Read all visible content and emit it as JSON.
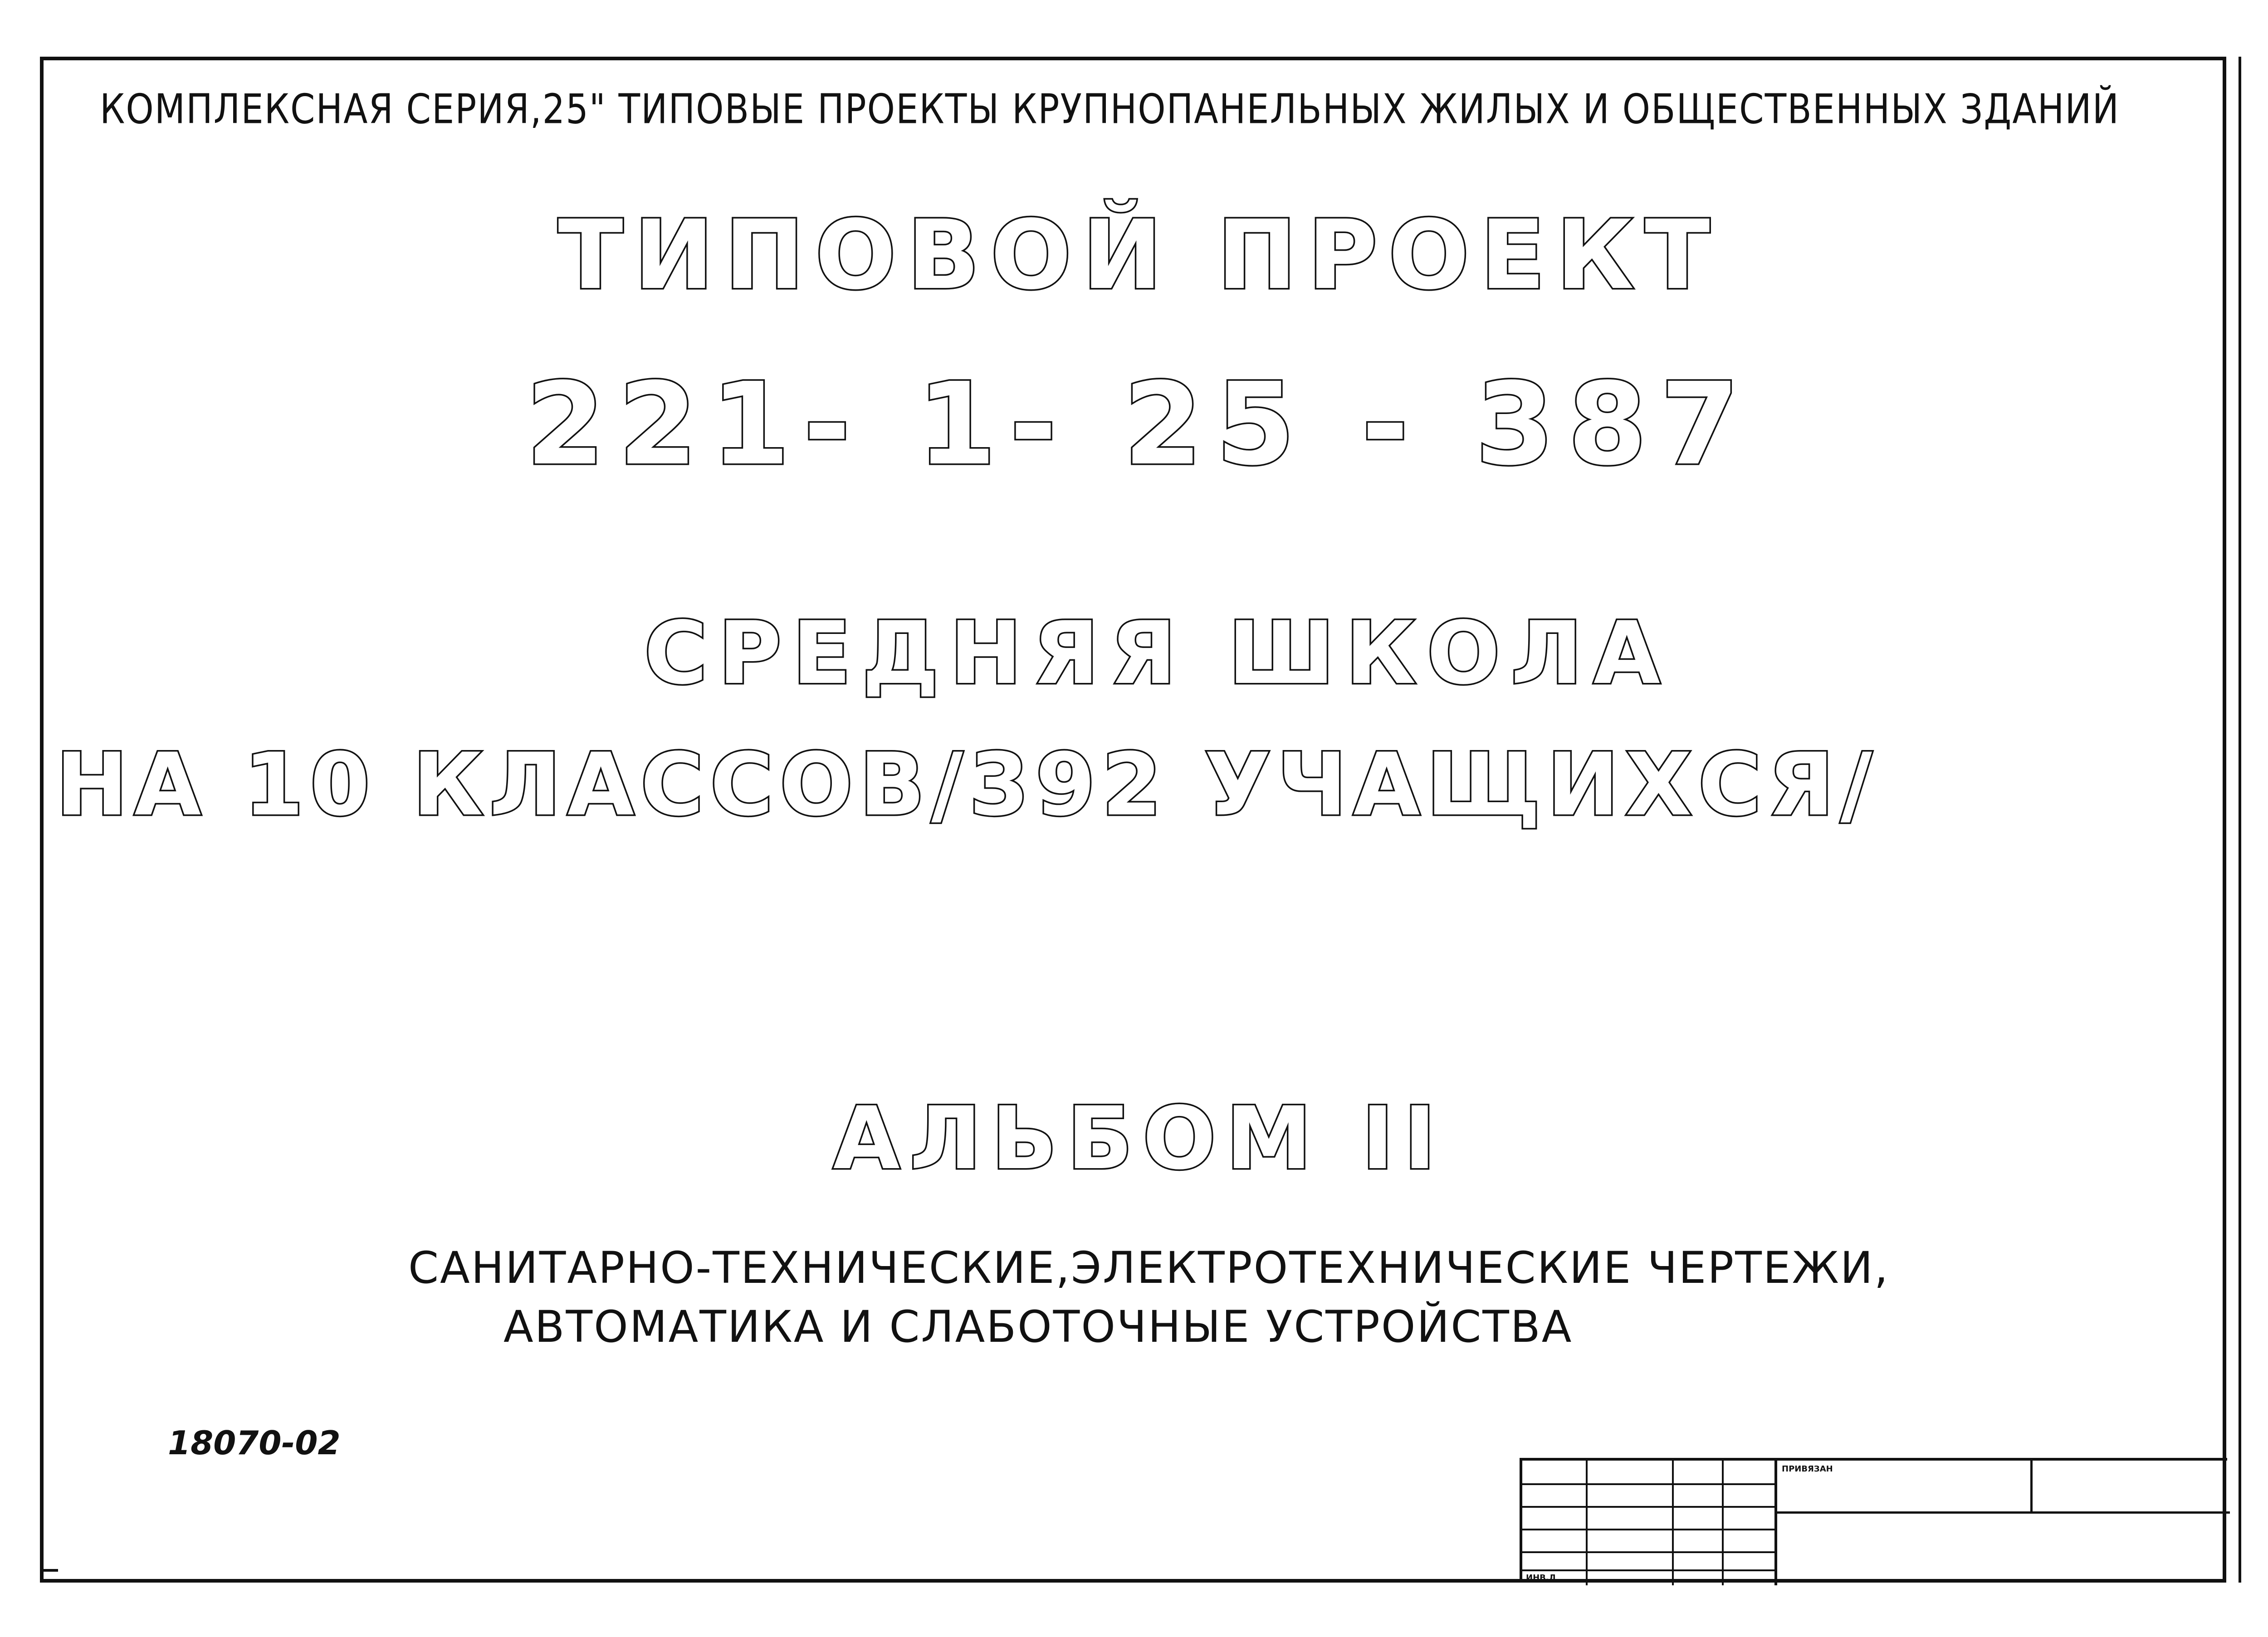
{
  "header": {
    "series_line": "КОМПЛЕКСНАЯ СЕРИЯ,25\" ТИПОВЫЕ ПРОЕКТЫ КРУПНОПАНЕЛЬНЫХ ЖИЛЫХ И ОБЩЕСТВЕННЫХ ЗДАНИЙ"
  },
  "title": {
    "project_label": "ТИПОВОЙ ПРОЕКТ",
    "project_number": "221- 1- 25 - 387"
  },
  "subject": {
    "line1": "СРЕДНЯЯ ШКОЛА",
    "line2": "НА 10 КЛАССОВ/392 УЧАЩИХСЯ/"
  },
  "album": {
    "title": "АЛЬБОМ II",
    "description_line1": "САНИТАРНО-ТЕХНИЧЕСКИЕ,ЭЛЕКТРОТЕХНИЧЕСКИЕ ЧЕРТЕЖИ,",
    "description_line2": "АВТОМАТИКА И СЛАБОТОЧНЫЕ УСТРОЙСТВА"
  },
  "document_code": "18070-02",
  "stamp": {
    "label": "ПРИВЯЗАН",
    "inventory_label": "ИНВ.Л"
  }
}
